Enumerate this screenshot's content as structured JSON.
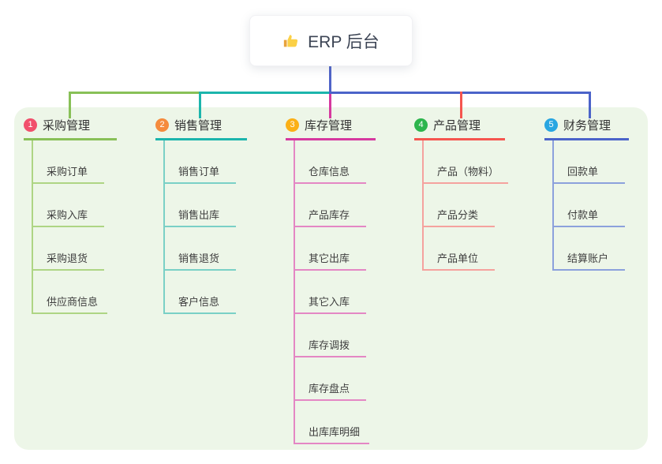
{
  "root": {
    "title": "ERP 后台",
    "icon": "thumbs-up-icon"
  },
  "colors": {
    "panel_bg": "#edf6e8",
    "root_connector": "#5064c8",
    "card_bg": "#ffffff",
    "text_dark": "#3e3e3e"
  },
  "branches": [
    {
      "badge": "1",
      "label": "采购管理",
      "badge_color": "#f1506c",
      "line_color": "#88c057",
      "child_line_color": "#aed584",
      "children": [
        "采购订单",
        "采购入库",
        "采购退货",
        "供应商信息"
      ]
    },
    {
      "badge": "2",
      "label": "销售管理",
      "badge_color": "#f58b3d",
      "line_color": "#1cb5ac",
      "child_line_color": "#7ad0c6",
      "children": [
        "销售订单",
        "销售出库",
        "销售退货",
        "客户信息"
      ]
    },
    {
      "badge": "3",
      "label": "库存管理",
      "badge_color": "#fbb017",
      "line_color": "#d6399f",
      "child_line_color": "#e487c4",
      "children": [
        "仓库信息",
        "产品库存",
        "其它出库",
        "其它入库",
        "库存调拨",
        "库存盘点",
        "出库库明细"
      ]
    },
    {
      "badge": "4",
      "label": "产品管理",
      "badge_color": "#2db54d",
      "line_color": "#f5554f",
      "child_line_color": "#f5a29e",
      "children": [
        "产品（物料）",
        "产品分类",
        "产品单位"
      ]
    },
    {
      "badge": "5",
      "label": "财务管理",
      "badge_color": "#29a6e1",
      "line_color": "#4b63c9",
      "child_line_color": "#8ca1dc",
      "children": [
        "回款单",
        "付款单",
        "结算账户"
      ]
    }
  ]
}
